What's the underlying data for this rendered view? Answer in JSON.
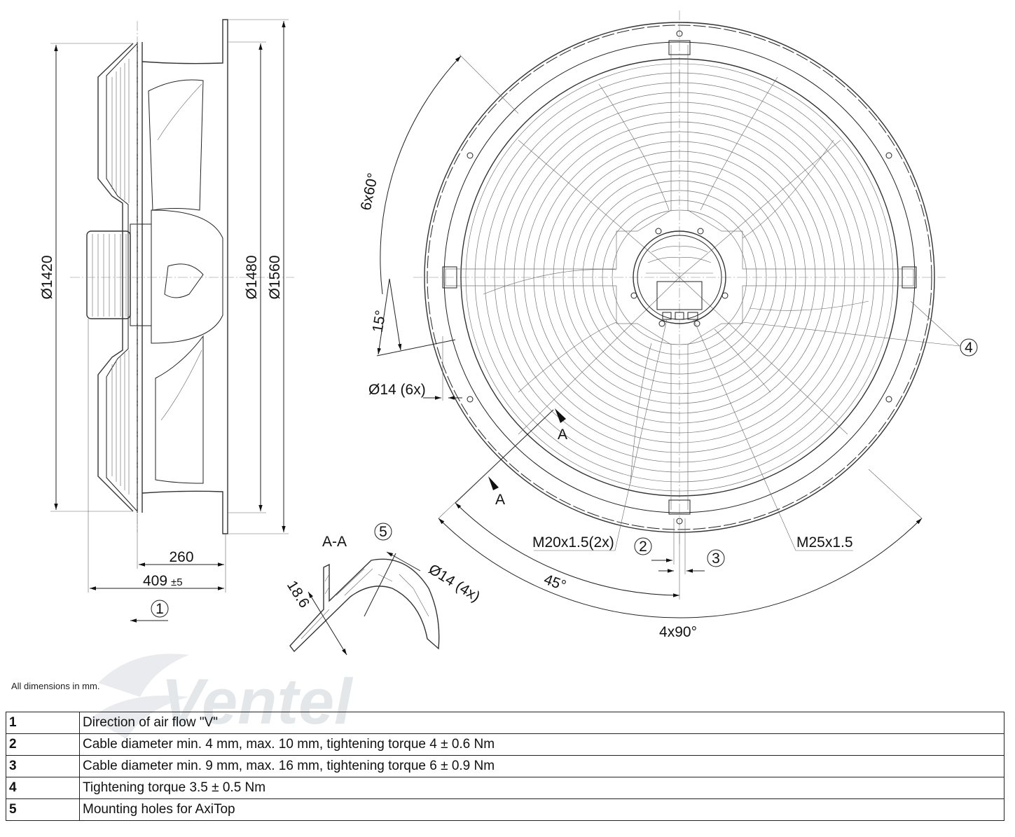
{
  "side_view": {
    "dim_d1420": "Ø1420",
    "dim_d1480": "Ø1480",
    "dim_d1560": "Ø1560",
    "dim_260": "260",
    "dim_409": "409",
    "dim_409_tol": "±5",
    "callout_1": "1"
  },
  "front_view": {
    "angle_6x60": "6x60°",
    "angle_15": "15°",
    "hole_d14_6x": "Ø14 (6x)",
    "section_mark_a": "A",
    "gland_m20": "M20x1.5(2x)",
    "gland_m25": "M25x1.5",
    "angle_45": "45°",
    "angle_4x90": "4x90°",
    "callout_2": "2",
    "callout_3": "3",
    "callout_4": "4"
  },
  "section_view": {
    "title": "A-A",
    "callout_5": "5",
    "dim_18_6": "18.6",
    "hole_d14_4x": "Ø14 (4x)"
  },
  "watermark_text": "Ventel",
  "note": "All dimensions in mm.",
  "legend": [
    {
      "num": "1",
      "text": "Direction of air flow \"V\""
    },
    {
      "num": "2",
      "text": "Cable diameter min. 4 mm, max. 10 mm, tightening torque 4 ± 0.6 Nm"
    },
    {
      "num": "3",
      "text": "Cable diameter min. 9 mm, max. 16 mm, tightening torque 6 ± 0.9 Nm"
    },
    {
      "num": "4",
      "text": "Tightening torque 3.5 ± 0.5 Nm"
    },
    {
      "num": "5",
      "text": "Mounting holes for AxiTop"
    }
  ]
}
